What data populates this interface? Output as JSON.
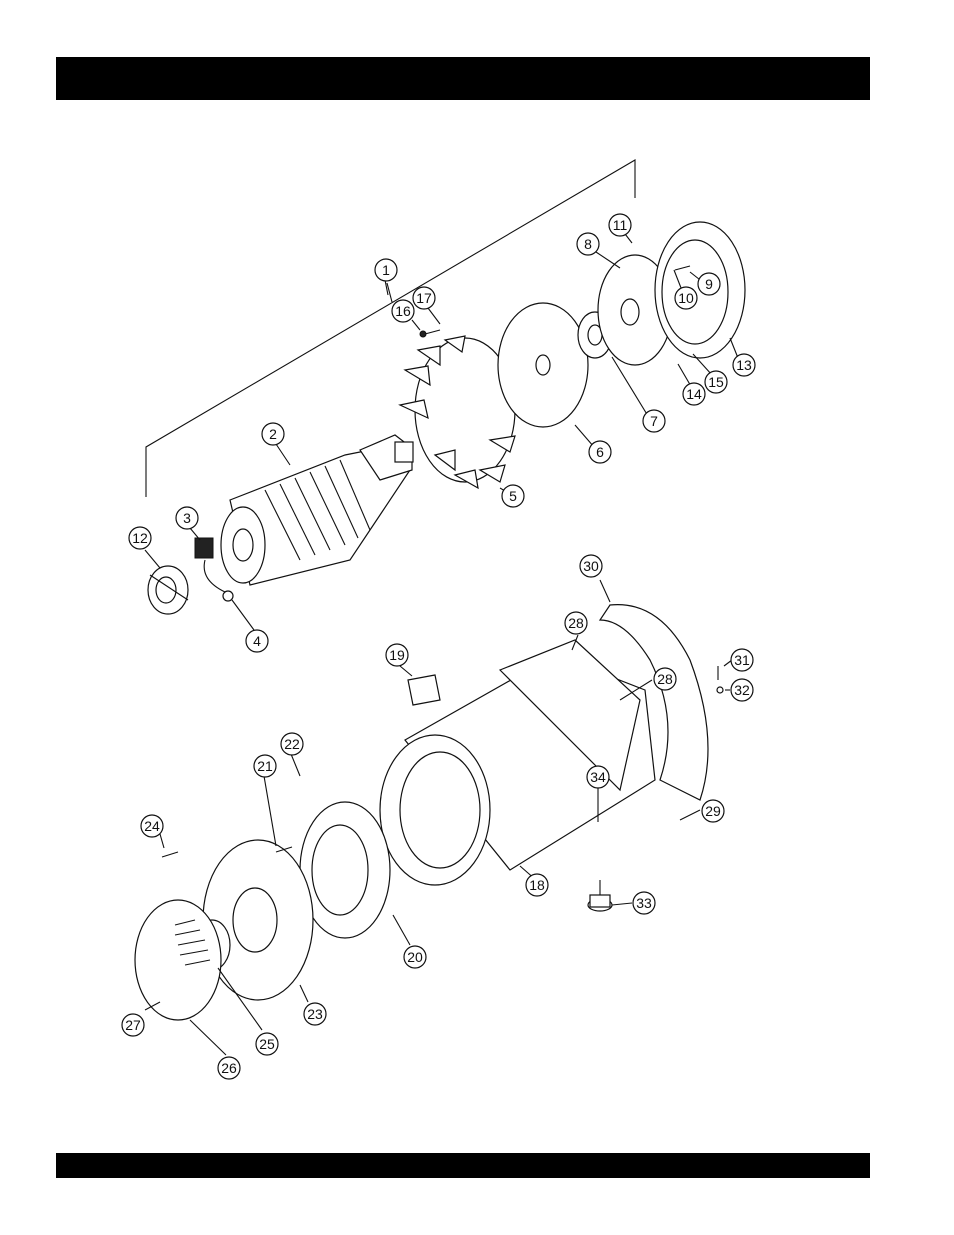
{
  "callouts": {
    "c1": "1",
    "c2": "2",
    "c3": "3",
    "c4": "4",
    "c5": "5",
    "c6": "6",
    "c7": "7",
    "c8": "8",
    "c9": "9",
    "c10": "10",
    "c11": "11",
    "c12": "12",
    "c13": "13",
    "c14": "14",
    "c15": "15",
    "c16": "16",
    "c17": "17",
    "c18": "18",
    "c19": "19",
    "c20": "20",
    "c21": "21",
    "c22": "22",
    "c23": "23",
    "c24": "24",
    "c25": "25",
    "c26": "26",
    "c27": "27",
    "c28a": "28",
    "c28b": "28",
    "c29": "29",
    "c30": "30",
    "c31": "31",
    "c32": "32",
    "c33": "33",
    "c34": "34"
  }
}
